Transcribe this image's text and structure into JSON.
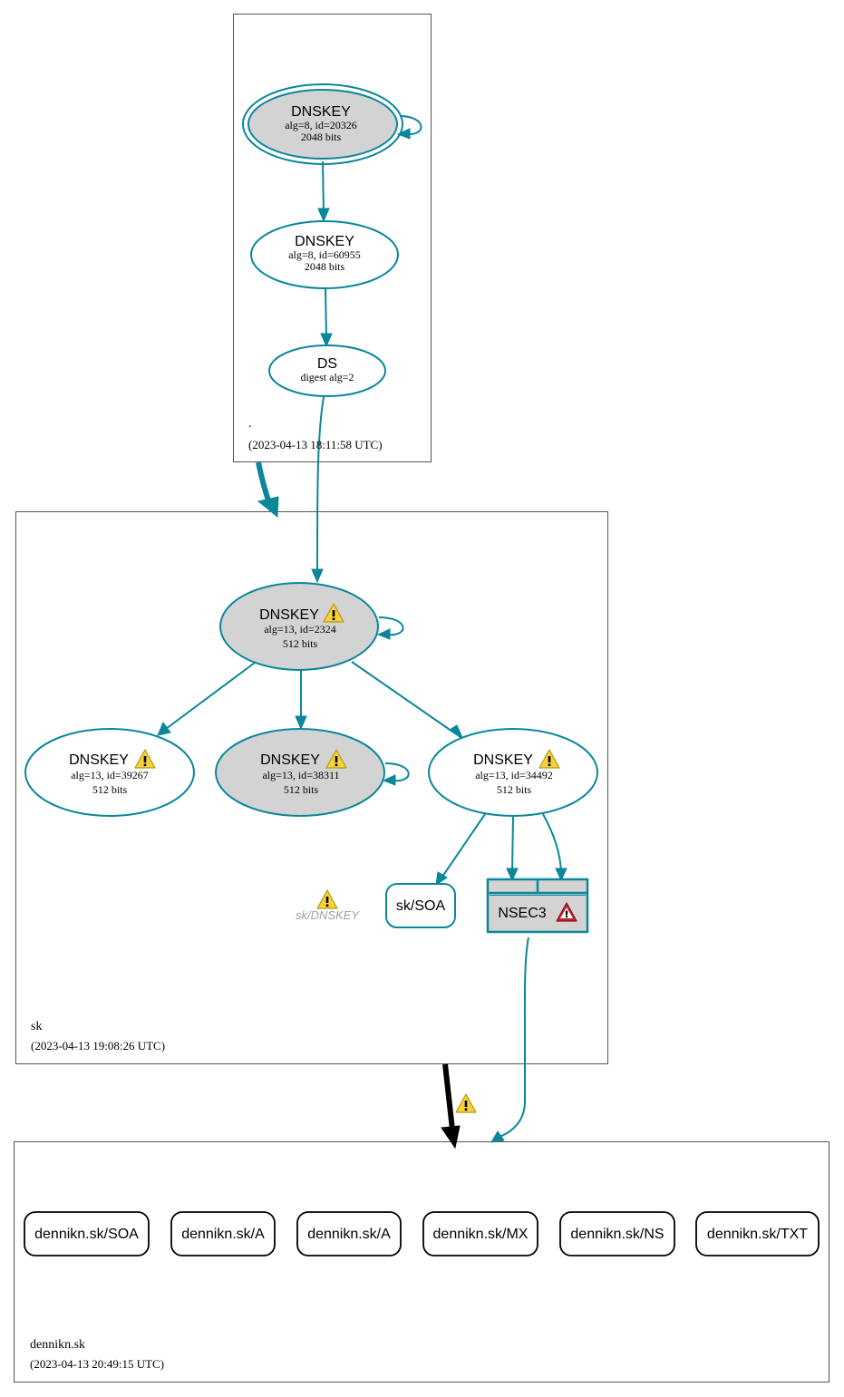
{
  "zones": {
    "root": {
      "label": ".",
      "timestamp": "(2023-04-13 18:11:58 UTC)"
    },
    "sk": {
      "label": "sk",
      "timestamp": "(2023-04-13 19:08:26 UTC)"
    },
    "dennikn": {
      "label": "dennikn.sk",
      "timestamp": "(2023-04-13 20:49:15 UTC)"
    }
  },
  "nodes": {
    "root_ksk": {
      "title": "DNSKEY",
      "line1": "alg=8, id=20326",
      "line2": "2048 bits"
    },
    "root_zsk": {
      "title": "DNSKEY",
      "line1": "alg=8, id=60955",
      "line2": "2048 bits"
    },
    "root_ds": {
      "title": "DS",
      "line1": "digest alg=2"
    },
    "sk_ksk": {
      "title": "DNSKEY",
      "line1": "alg=13, id=2324",
      "line2": "512 bits"
    },
    "sk_key1": {
      "title": "DNSKEY",
      "line1": "alg=13, id=39267",
      "line2": "512 bits"
    },
    "sk_key2": {
      "title": "DNSKEY",
      "line1": "alg=13, id=38311",
      "line2": "512 bits"
    },
    "sk_key3": {
      "title": "DNSKEY",
      "line1": "alg=13, id=34492",
      "line2": "512 bits"
    },
    "sk_soa": {
      "title": "sk/SOA"
    },
    "sk_nsec3": {
      "title": "NSEC3"
    },
    "sk_dnskey_ghost": {
      "title": "sk/DNSKEY"
    }
  },
  "records": [
    {
      "label": "dennikn.sk/SOA"
    },
    {
      "label": "dennikn.sk/A"
    },
    {
      "label": "dennikn.sk/A"
    },
    {
      "label": "dennikn.sk/MX"
    },
    {
      "label": "dennikn.sk/NS"
    },
    {
      "label": "dennikn.sk/TXT"
    }
  ],
  "colors": {
    "edge": "#0a879a",
    "node_fill_gray": "#d3d3d3",
    "warning_yellow": "#f5d23c",
    "error_red": "#c8202f"
  },
  "icons": {
    "warning": "warning-icon",
    "error": "error-icon"
  }
}
